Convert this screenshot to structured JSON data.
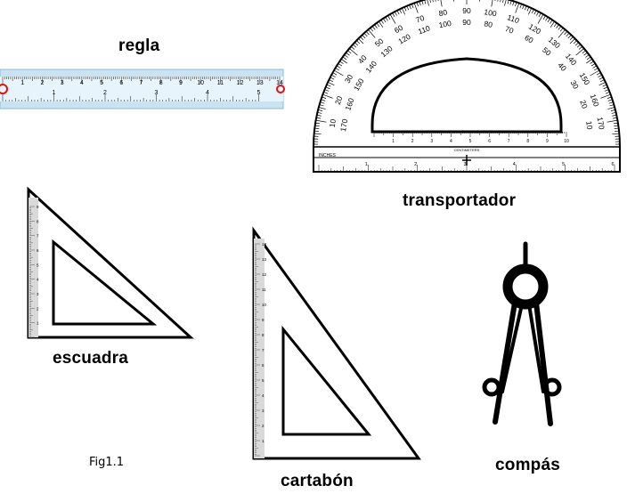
{
  "labels": {
    "regla": "regla",
    "transportador": "transportador",
    "escuadra": "escuadra",
    "cartabon": "cartabón",
    "compas": "compás",
    "figure_caption": "Fig1.1"
  },
  "ruler": {
    "top_scale": [
      "1",
      "2",
      "3",
      "4",
      "5",
      "6",
      "7",
      "8",
      "9",
      "10",
      "11",
      "12",
      "13",
      "14"
    ],
    "bottom_scale": [
      "1",
      "2",
      "3",
      "4",
      "5"
    ]
  },
  "protractor": {
    "outer_scale": [
      "10",
      "20",
      "30",
      "40",
      "50",
      "60",
      "70",
      "80",
      "90",
      "100",
      "110",
      "120",
      "130",
      "140",
      "150",
      "160",
      "170"
    ],
    "unit_cm": "CENTIMETERS",
    "unit_in": "INCHES",
    "cm_scale": [
      "1",
      "2",
      "3",
      "4",
      "5",
      "6",
      "7",
      "8",
      "9",
      "10"
    ],
    "in_scale": [
      "1",
      "2",
      "3",
      "4",
      "5",
      "6"
    ]
  },
  "escuadra_scale": [
    "1",
    "2",
    "3",
    "4",
    "5",
    "6",
    "7",
    "8",
    "9"
  ],
  "cartabon_scale": [
    "1",
    "2",
    "3",
    "4",
    "5",
    "6",
    "7",
    "8",
    "9",
    "10",
    "11",
    "12",
    "13",
    "14"
  ]
}
